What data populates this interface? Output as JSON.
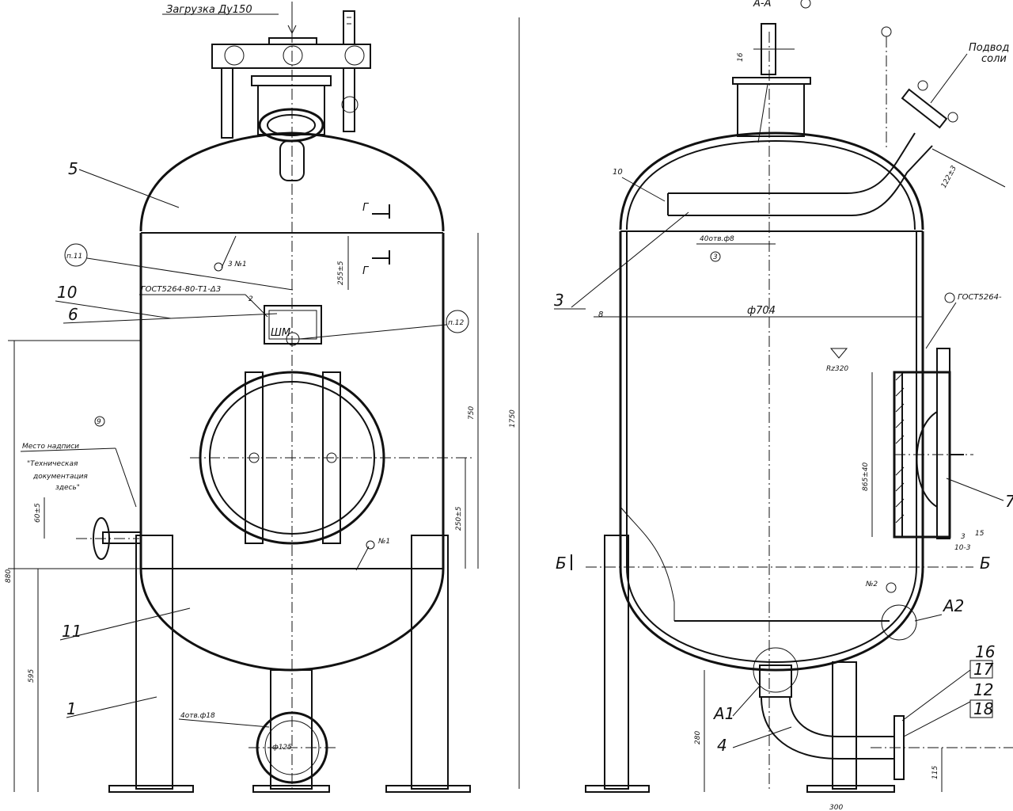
{
  "left_view": {
    "header_label": "Загрузка Ду150",
    "part_labels": {
      "p5": "5",
      "p10": "10",
      "p6": "6",
      "p11": "11",
      "p1": "1"
    },
    "bubbles": {
      "b11": "п.11",
      "b12": "п.12",
      "b9": "9"
    },
    "weld_note": "ГОСТ5264-80-Т1-Δ3",
    "weld_index": "2",
    "notes": {
      "n3": "3 №1",
      "n1": "№1",
      "lim": "ШМ",
      "holes": "4отв.ф18",
      "pipe": "ф125"
    },
    "section": {
      "g1": "Г",
      "g2": "Г"
    },
    "inscription": [
      "Место надписи",
      "\"Техническая",
      "документация",
      "здесь\""
    ],
    "dims": {
      "d255": "255±5",
      "d750": "750",
      "d1750": "1750",
      "d250": "250±5",
      "d60": "60±5",
      "d880": "880",
      "d595": "595"
    }
  },
  "right_view": {
    "header_label": "А-А",
    "feed_label": [
      "Подвод",
      "соли"
    ],
    "part_labels": {
      "p3": "3",
      "p4": "4",
      "p7": "7",
      "p16": "16",
      "p17": "17",
      "p12": "12",
      "p18": "18"
    },
    "leaders": {
      "a1": "А1",
      "a2": "А2"
    },
    "notes": {
      "r10": "10",
      "r8": "8",
      "holes": "40отв.ф8",
      "c3": "3",
      "dia": "ф704",
      "n2": "№2",
      "rz": "Rz320",
      "k16": "16",
      "gost": "ГОСТ5264-",
      "e3": "3",
      "e15": "15",
      "e10": "10-3"
    },
    "section": {
      "b1": "Б",
      "b2": "Б"
    },
    "dims": {
      "d122": "122±3",
      "d865": "865±40",
      "d280": "280",
      "d115": "115",
      "d300": "300"
    }
  }
}
